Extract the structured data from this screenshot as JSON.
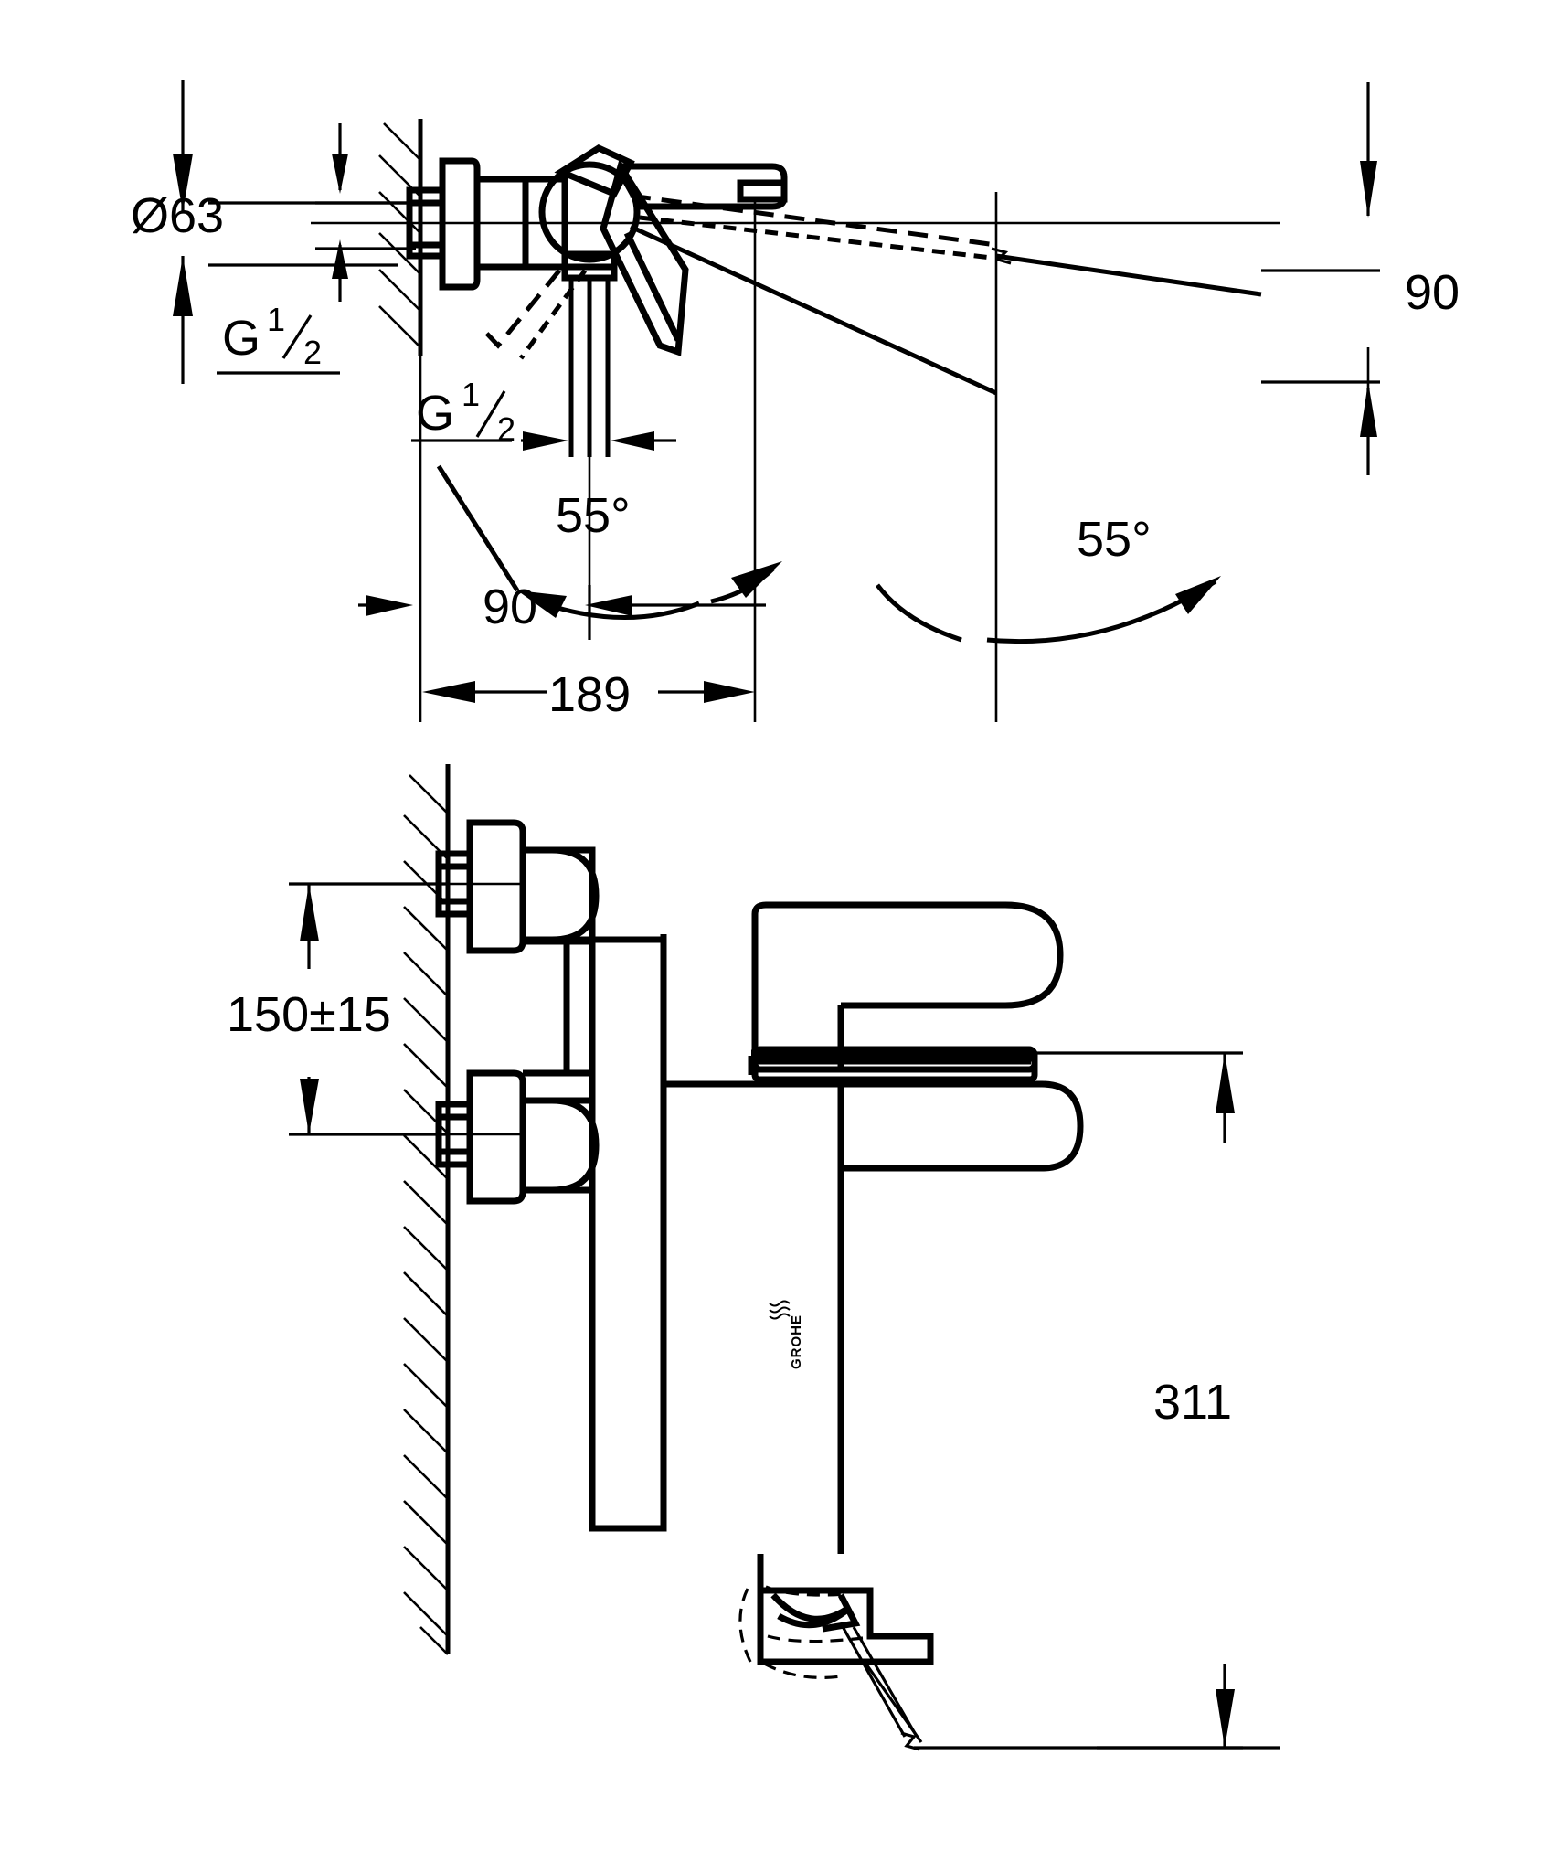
{
  "document": {
    "type": "technical-dimension-drawing",
    "subject": "Wall-mounted single-lever bath/shower mixer",
    "brand": "GROHE",
    "units": "mm",
    "line_color": "#000000",
    "background_color": "#ffffff"
  },
  "views": {
    "top": {
      "name": "top-view",
      "description": "Plan view showing lever swivel range"
    },
    "front": {
      "name": "front-elevation-view",
      "description": "Side elevation showing mounting heights"
    }
  },
  "dimensions": {
    "diameter_escutcheon": "Ø63",
    "thread_upper": {
      "letter": "G",
      "numerator": "1",
      "denominator": "2"
    },
    "thread_lower": {
      "letter": "G",
      "numerator": "1",
      "denominator": "2"
    },
    "angle_left": "55°",
    "angle_right": "55°",
    "offset_right_vertical": "90",
    "offset_bottom_horizontal": "90",
    "projection_total": "189",
    "spout_height": "150±15",
    "overall_height": "311"
  },
  "labels": {
    "diameter": "Ø63",
    "g_half_upper": "G",
    "g_half_lower": "G",
    "frac_num": "1",
    "frac_den": "2",
    "angle_a": "55°",
    "angle_b": "55°",
    "dim_90_right": "90",
    "dim_90_bottom": "90",
    "dim_189": "189",
    "dim_150": "150±15",
    "dim_311": "311",
    "brand_mark": "GROHE"
  },
  "chart_data": {
    "type": "table",
    "title": "Dimension callouts",
    "categories": [
      "Ø63",
      "G 1/2",
      "G 1/2",
      "55°",
      "55°",
      "90",
      "90",
      "189",
      "150±15",
      "311"
    ],
    "values": [
      63,
      0.5,
      0.5,
      55,
      55,
      90,
      90,
      189,
      150,
      311
    ]
  }
}
